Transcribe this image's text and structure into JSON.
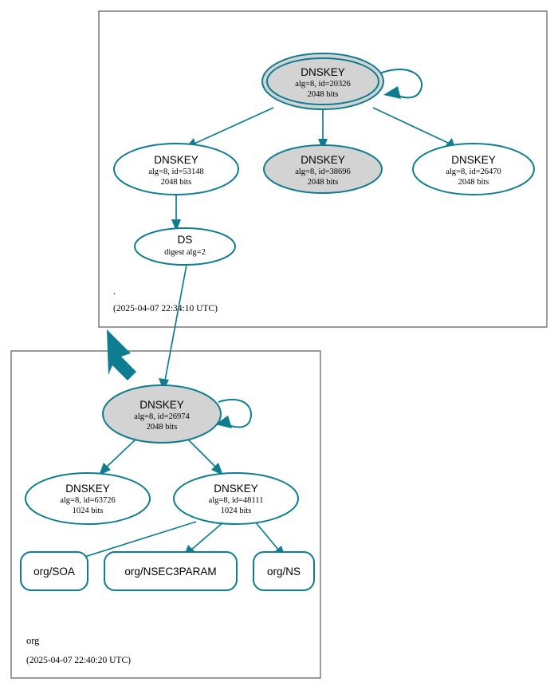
{
  "diagram": {
    "type": "dnssec-authentication-chain",
    "zones": [
      {
        "id": "root",
        "name": ".",
        "timestamp": "(2025-04-07 22:34:10 UTC)",
        "nodes": [
          {
            "id": "root-ksk-20326",
            "kind": "DNSKEY",
            "title": "DNSKEY",
            "line2": "alg=8, id=20326",
            "line3": "2048 bits",
            "fill": "#d3d3d3",
            "trust_anchor": true,
            "self_signed": true
          },
          {
            "id": "root-zsk-53148",
            "kind": "DNSKEY",
            "title": "DNSKEY",
            "line2": "alg=8, id=53148",
            "line3": "2048 bits",
            "fill": "#ffffff",
            "trust_anchor": false,
            "self_signed": false
          },
          {
            "id": "root-zsk-38696",
            "kind": "DNSKEY",
            "title": "DNSKEY",
            "line2": "alg=8, id=38696",
            "line3": "2048 bits",
            "fill": "#d3d3d3",
            "trust_anchor": false,
            "self_signed": false
          },
          {
            "id": "root-zsk-26470",
            "kind": "DNSKEY",
            "title": "DNSKEY",
            "line2": "alg=8, id=26470",
            "line3": "2048 bits",
            "fill": "#ffffff",
            "trust_anchor": false,
            "self_signed": false
          },
          {
            "id": "root-ds",
            "kind": "DS",
            "title": "DS",
            "line2": "digest alg=2",
            "line3": "",
            "fill": "#ffffff",
            "trust_anchor": false,
            "self_signed": false
          }
        ]
      },
      {
        "id": "org",
        "name": "org",
        "timestamp": "(2025-04-07 22:40:20 UTC)",
        "nodes": [
          {
            "id": "org-ksk-26974",
            "kind": "DNSKEY",
            "title": "DNSKEY",
            "line2": "alg=8, id=26974",
            "line3": "2048 bits",
            "fill": "#d3d3d3",
            "trust_anchor": false,
            "self_signed": true
          },
          {
            "id": "org-zsk-63726",
            "kind": "DNSKEY",
            "title": "DNSKEY",
            "line2": "alg=8, id=63726",
            "line3": "1024 bits",
            "fill": "#ffffff",
            "trust_anchor": false,
            "self_signed": false
          },
          {
            "id": "org-zsk-48111",
            "kind": "DNSKEY",
            "title": "DNSKEY",
            "line2": "alg=8, id=48111",
            "line3": "1024 bits",
            "fill": "#ffffff",
            "trust_anchor": false,
            "self_signed": false
          }
        ],
        "rrsets": [
          {
            "id": "org-soa",
            "label": "org/SOA"
          },
          {
            "id": "org-nsec3param",
            "label": "org/NSEC3PARAM"
          },
          {
            "id": "org-ns",
            "label": "org/NS"
          }
        ]
      }
    ],
    "colors": {
      "accent": "#0e7c91",
      "node_fill_secure": "#d3d3d3",
      "node_fill_plain": "#ffffff",
      "zone_border": "#808080",
      "text": "#000000"
    }
  }
}
